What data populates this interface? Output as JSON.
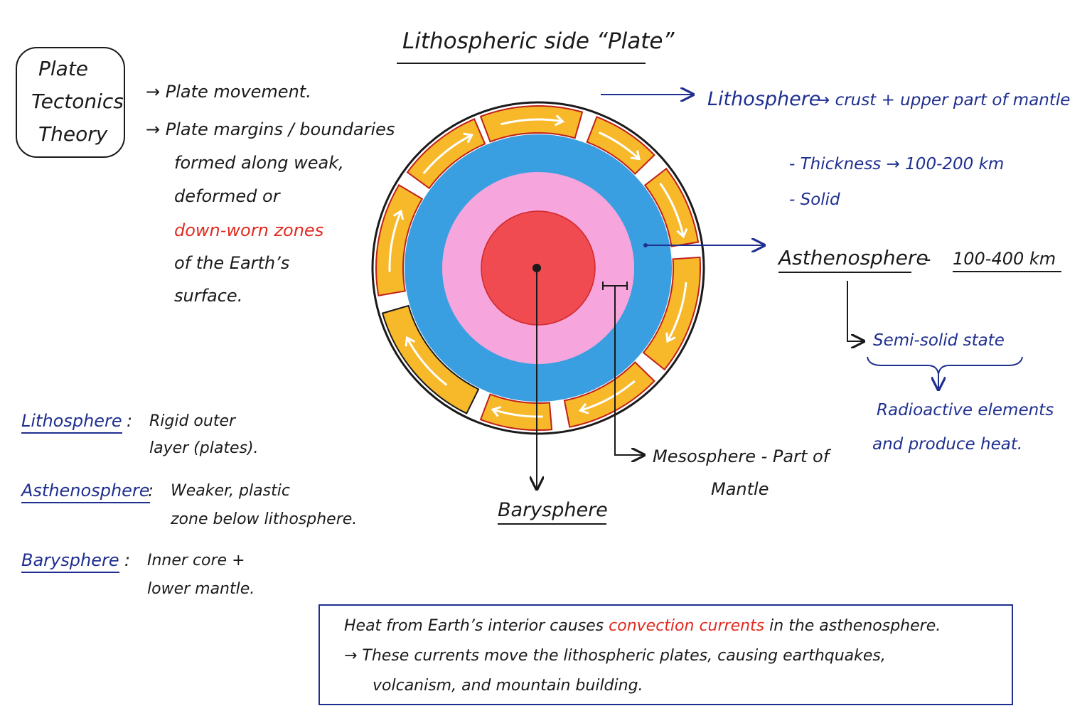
{
  "title": "Lithospheric side “Plate”",
  "theory_box": {
    "line1": "Plate",
    "line2": "Tectonics",
    "line3": "Theory"
  },
  "points": {
    "p1": "→ Plate movement.",
    "p2": "→ Plate margins / boundaries",
    "p2_l2": "formed along weak,",
    "p2_l3": "deformed or",
    "p2_l4": "down-worn zones",
    "p2_l5": "of the Earth’s",
    "p2_l6": "surface."
  },
  "lithosphere_label": {
    "name": "Lithosphere",
    "desc": "→ crust + upper part of mantle",
    "thickness": "- Thickness → 100-200 km",
    "state": "- Solid"
  },
  "asthenosphere_label": {
    "name": "Asthenosphere",
    "dash": "-",
    "depth": "100-400 km",
    "state": "Semi-solid state",
    "heat_l1": "Radioactive elements",
    "heat_l2": "and produce heat."
  },
  "mesosphere_label": {
    "l1": "Mesosphere - Part of",
    "l2": "Mantle"
  },
  "barysphere_label": "Barysphere",
  "definitions": [
    {
      "term": "Lithosphere",
      "sep": ":",
      "l1": "Rigid outer",
      "l2": "layer (plates)."
    },
    {
      "term": "Asthenosphere",
      "sep": ":",
      "l1": "Weaker, plastic",
      "l2": "zone below lithosphere."
    },
    {
      "term": "Barysphere",
      "sep": ":",
      "l1": "Inner core +",
      "l2": "lower mantle."
    }
  ],
  "summary": {
    "l1_a": "Heat from Earth’s interior causes",
    "l1_b": "convection currents",
    "l1_c": "in the asthenosphere.",
    "l2": "→ These currents move the lithospheric plates, causing earthquakes,",
    "l3": "volcanism, and mountain building."
  },
  "colors": {
    "plate": "#f7b82a",
    "plate_edge": "#c0201a",
    "asthenosphere": "#3a9fe0",
    "mesosphere": "#f6a6dc",
    "core": "#f04b50",
    "ink": "#1a1a1a",
    "blue_ink": "#1f2f8f",
    "red_ink": "#e02a1f"
  }
}
